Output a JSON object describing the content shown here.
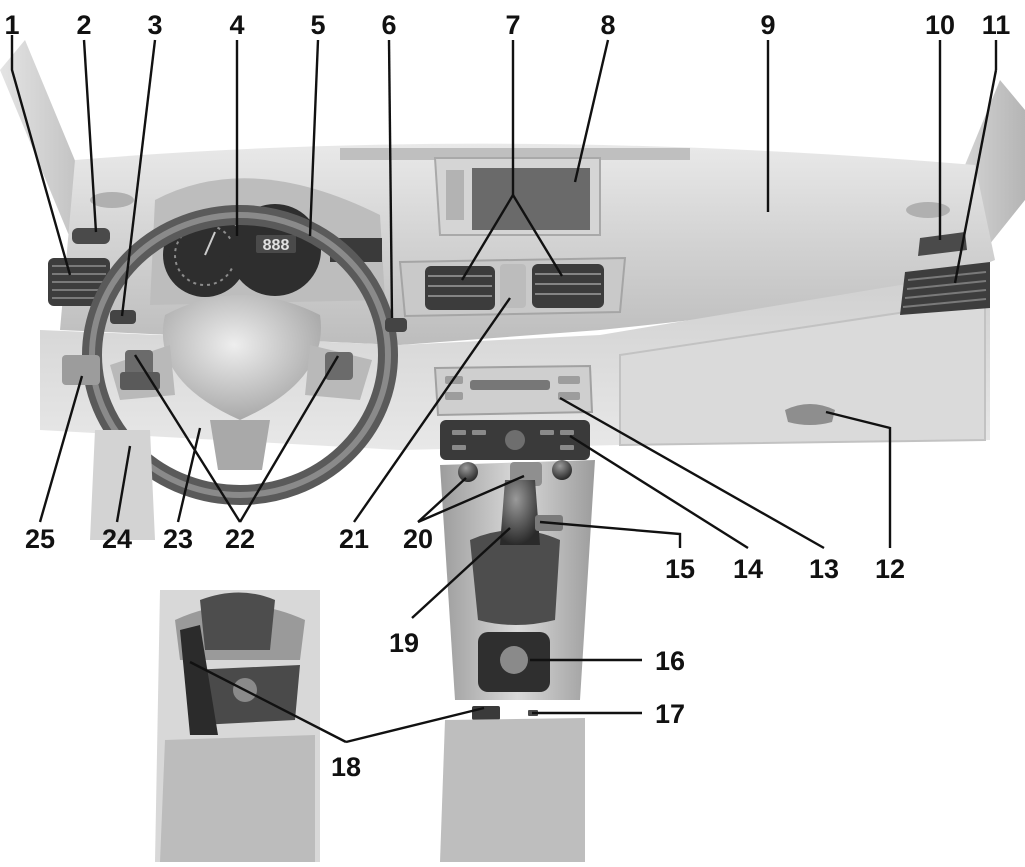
{
  "figure": {
    "callouts": [
      {
        "id": "1",
        "text": "1"
      },
      {
        "id": "2",
        "text": "2"
      },
      {
        "id": "3",
        "text": "3"
      },
      {
        "id": "4",
        "text": "4"
      },
      {
        "id": "5",
        "text": "5"
      },
      {
        "id": "6",
        "text": "6"
      },
      {
        "id": "7",
        "text": "7"
      },
      {
        "id": "8",
        "text": "8"
      },
      {
        "id": "9",
        "text": "9"
      },
      {
        "id": "10",
        "text": "10"
      },
      {
        "id": "11",
        "text": "11"
      },
      {
        "id": "12",
        "text": "12"
      },
      {
        "id": "13",
        "text": "13"
      },
      {
        "id": "14",
        "text": "14"
      },
      {
        "id": "15",
        "text": "15"
      },
      {
        "id": "16",
        "text": "16"
      },
      {
        "id": "17",
        "text": "17"
      },
      {
        "id": "18",
        "text": "18"
      },
      {
        "id": "19",
        "text": "19"
      },
      {
        "id": "20",
        "text": "20"
      },
      {
        "id": "21",
        "text": "21"
      },
      {
        "id": "22",
        "text": "22"
      },
      {
        "id": "23",
        "text": "23"
      },
      {
        "id": "24",
        "text": "24"
      },
      {
        "id": "25",
        "text": "25"
      }
    ],
    "cluster_display": "888"
  }
}
